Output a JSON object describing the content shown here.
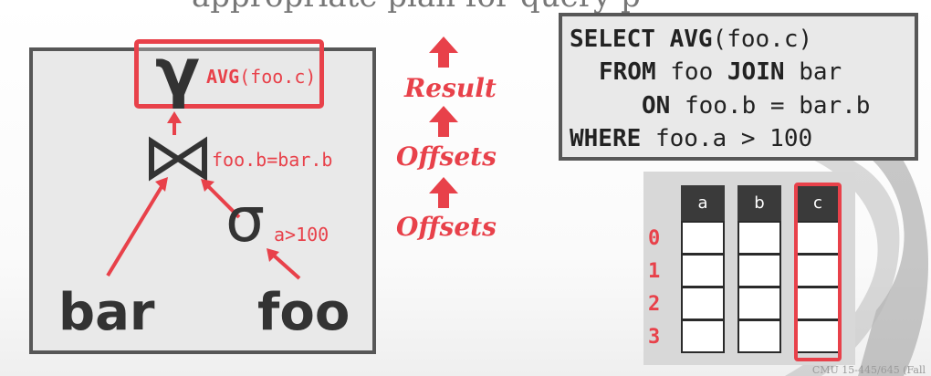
{
  "header_fragment": "appropriate plan for query p",
  "plan": {
    "agg_symbol": "γ",
    "agg_func": "AVG",
    "agg_arg": "(foo.c)",
    "join_symbol": "⋈",
    "join_label": "foo.b=bar.b",
    "select_symbol": "σ",
    "select_label": "a>100",
    "left_table": "bar",
    "right_table": "foo"
  },
  "arrow_words": [
    "Result",
    "Offsets",
    "Offsets"
  ],
  "sql": {
    "l1_kw1": "SELECT",
    "l1_kw2": "AVG",
    "l1_rest": "(foo.c)",
    "l2_kw1": "FROM",
    "l2_t1": "foo",
    "l2_kw2": "JOIN",
    "l2_t2": "bar",
    "l3_kw": "ON",
    "l3_rest": "foo.b = bar.b",
    "l4_kw": "WHERE",
    "l4_rest": "foo.a > 100"
  },
  "columns": [
    "a",
    "b",
    "c"
  ],
  "row_indices": [
    "0",
    "1",
    "2",
    "3"
  ],
  "footer": "CMU 15-445/645 (Fall",
  "colors": {
    "accent": "#e8414a",
    "dark": "#333333",
    "box_bg": "#e9e9e9"
  }
}
